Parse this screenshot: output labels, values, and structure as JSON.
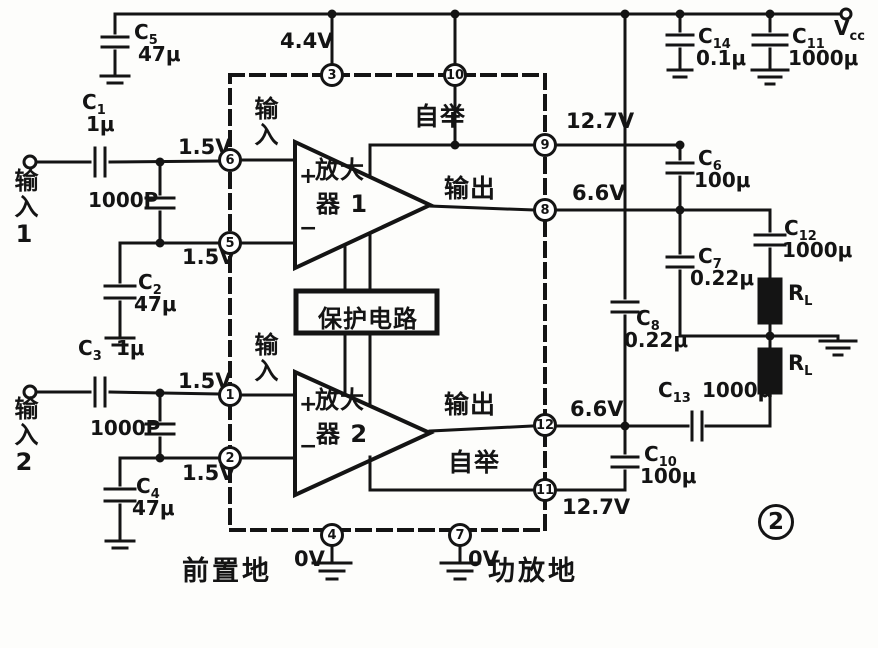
{
  "figure": {
    "number": "2"
  },
  "power": {
    "vcc_ref": "V",
    "vcc_sub": "cc"
  },
  "io": {
    "input1": "输入1",
    "input2": "输入2"
  },
  "grounds": {
    "preamp": "前置地",
    "power_amp": "功放地"
  },
  "ic": {
    "protection": "保护电路",
    "amp1": {
      "line1": "放大",
      "line2": "器 1",
      "plus": "+",
      "minus": "−"
    },
    "amp2": {
      "line1": "放大",
      "line2": "器 2",
      "plus": "+",
      "minus": "−"
    },
    "labels": {
      "input_top": "输入",
      "input_bottom": "输入",
      "bootstrap_top": "自举",
      "bootstrap_bottom": "自举",
      "output_top": "输出",
      "output_bottom": "输出"
    }
  },
  "pins": {
    "p1": "1",
    "p2": "2",
    "p3": "3",
    "p4": "4",
    "p5": "5",
    "p6": "6",
    "p7": "7",
    "p8": "8",
    "p9": "9",
    "p10": "10",
    "p11": "11",
    "p12": "12"
  },
  "voltages": {
    "pin3": "4.4V",
    "pin6": "1.5V",
    "pin5": "1.5V",
    "pin1": "1.5V",
    "pin2": "1.5V",
    "pin9": "12.7V",
    "pin8": "6.6V",
    "pin12": "6.6V",
    "pin11": "12.7V",
    "pin4": "0V",
    "pin7": "0V"
  },
  "components": {
    "c1": {
      "ref": "C",
      "sub": "1",
      "val": "1μ"
    },
    "c2": {
      "ref": "C",
      "sub": "2",
      "val": "47μ"
    },
    "c3": {
      "ref": "C",
      "sub": "3",
      "val": "1μ"
    },
    "c4": {
      "ref": "C",
      "sub": "4",
      "val": "47μ"
    },
    "c5": {
      "ref": "C",
      "sub": "5",
      "val": "47μ"
    },
    "c6": {
      "ref": "C",
      "sub": "6",
      "val": "100μ"
    },
    "c7": {
      "ref": "C",
      "sub": "7",
      "val": "0.22μ"
    },
    "c8": {
      "ref": "C",
      "sub": "8",
      "val": "0.22μ"
    },
    "c10": {
      "ref": "C",
      "sub": "10",
      "val": "100μ"
    },
    "c11": {
      "ref": "C",
      "sub": "11",
      "val": "1000μ"
    },
    "c12": {
      "ref": "C",
      "sub": "12",
      "val": "1000μ"
    },
    "c13": {
      "ref": "C",
      "sub": "13",
      "val": "1000μ"
    },
    "c14": {
      "ref": "C",
      "sub": "14",
      "val": "0.1μ"
    },
    "cin1": {
      "val": "1000P"
    },
    "cin2": {
      "val": "1000P"
    },
    "rl1": {
      "ref": "R",
      "sub": "L"
    },
    "rl2": {
      "ref": "R",
      "sub": "L"
    }
  },
  "colors": {
    "ink": "#141414",
    "paper": "#fdfdfb"
  }
}
